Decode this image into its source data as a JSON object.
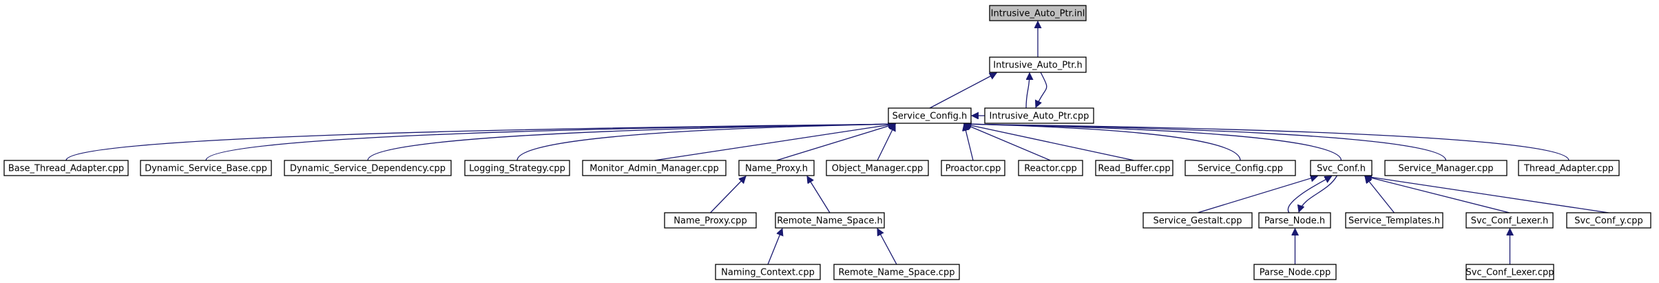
{
  "nodes": [
    {
      "id": "iap_inl",
      "label": "Intrusive_Auto_Ptr.inl",
      "root": true
    },
    {
      "id": "iap_h",
      "label": "Intrusive_Auto_Ptr.h"
    },
    {
      "id": "sc_h",
      "label": "Service_Config.h"
    },
    {
      "id": "iap_cpp",
      "label": "Intrusive_Auto_Ptr.cpp"
    },
    {
      "id": "bta",
      "label": "Base_Thread_Adapter.cpp"
    },
    {
      "id": "dsb",
      "label": "Dynamic_Service_Base.cpp"
    },
    {
      "id": "dsd",
      "label": "Dynamic_Service_Dependency.cpp"
    },
    {
      "id": "ls",
      "label": "Logging_Strategy.cpp"
    },
    {
      "id": "mam",
      "label": "Monitor_Admin_Manager.cpp"
    },
    {
      "id": "np_h",
      "label": "Name_Proxy.h"
    },
    {
      "id": "om",
      "label": "Object_Manager.cpp"
    },
    {
      "id": "pro",
      "label": "Proactor.cpp"
    },
    {
      "id": "rea",
      "label": "Reactor.cpp"
    },
    {
      "id": "rb",
      "label": "Read_Buffer.cpp"
    },
    {
      "id": "sc_cpp",
      "label": "Service_Config.cpp"
    },
    {
      "id": "svc_h",
      "label": "Svc_Conf.h"
    },
    {
      "id": "sm",
      "label": "Service_Manager.cpp"
    },
    {
      "id": "ta",
      "label": "Thread_Adapter.cpp"
    },
    {
      "id": "np_cpp",
      "label": "Name_Proxy.cpp"
    },
    {
      "id": "rns_h",
      "label": "Remote_Name_Space.h"
    },
    {
      "id": "sg",
      "label": "Service_Gestalt.cpp"
    },
    {
      "id": "pn_h",
      "label": "Parse_Node.h"
    },
    {
      "id": "st_h",
      "label": "Service_Templates.h"
    },
    {
      "id": "scl_h",
      "label": "Svc_Conf_Lexer.h"
    },
    {
      "id": "scy",
      "label": "Svc_Conf_y.cpp"
    },
    {
      "id": "nc",
      "label": "Naming_Context.cpp"
    },
    {
      "id": "rns_cpp",
      "label": "Remote_Name_Space.cpp"
    },
    {
      "id": "pn_cpp",
      "label": "Parse_Node.cpp"
    },
    {
      "id": "scl_cpp",
      "label": "Svc_Conf_Lexer.cpp"
    }
  ],
  "edges": [
    {
      "from": "iap_h",
      "to": "iap_inl"
    },
    {
      "from": "sc_h",
      "to": "iap_h"
    },
    {
      "from": "iap_cpp",
      "to": "iap_h"
    },
    {
      "from": "iap_h",
      "to": "iap_cpp"
    },
    {
      "from": "iap_cpp",
      "to": "sc_h"
    },
    {
      "from": "bta",
      "to": "sc_h"
    },
    {
      "from": "dsb",
      "to": "sc_h"
    },
    {
      "from": "dsd",
      "to": "sc_h"
    },
    {
      "from": "ls",
      "to": "sc_h"
    },
    {
      "from": "mam",
      "to": "sc_h"
    },
    {
      "from": "np_h",
      "to": "sc_h"
    },
    {
      "from": "om",
      "to": "sc_h"
    },
    {
      "from": "pro",
      "to": "sc_h"
    },
    {
      "from": "rea",
      "to": "sc_h"
    },
    {
      "from": "rb",
      "to": "sc_h"
    },
    {
      "from": "sc_cpp",
      "to": "sc_h"
    },
    {
      "from": "svc_h",
      "to": "sc_h"
    },
    {
      "from": "sm",
      "to": "sc_h"
    },
    {
      "from": "ta",
      "to": "sc_h"
    },
    {
      "from": "np_cpp",
      "to": "np_h"
    },
    {
      "from": "rns_h",
      "to": "np_h"
    },
    {
      "from": "nc",
      "to": "rns_h"
    },
    {
      "from": "rns_cpp",
      "to": "rns_h"
    },
    {
      "from": "sg",
      "to": "svc_h"
    },
    {
      "from": "pn_h",
      "to": "svc_h"
    },
    {
      "from": "svc_h",
      "to": "pn_h"
    },
    {
      "from": "st_h",
      "to": "svc_h"
    },
    {
      "from": "scl_h",
      "to": "svc_h"
    },
    {
      "from": "scy",
      "to": "svc_h"
    },
    {
      "from": "pn_cpp",
      "to": "pn_h"
    },
    {
      "from": "scl_cpp",
      "to": "scl_h"
    }
  ]
}
